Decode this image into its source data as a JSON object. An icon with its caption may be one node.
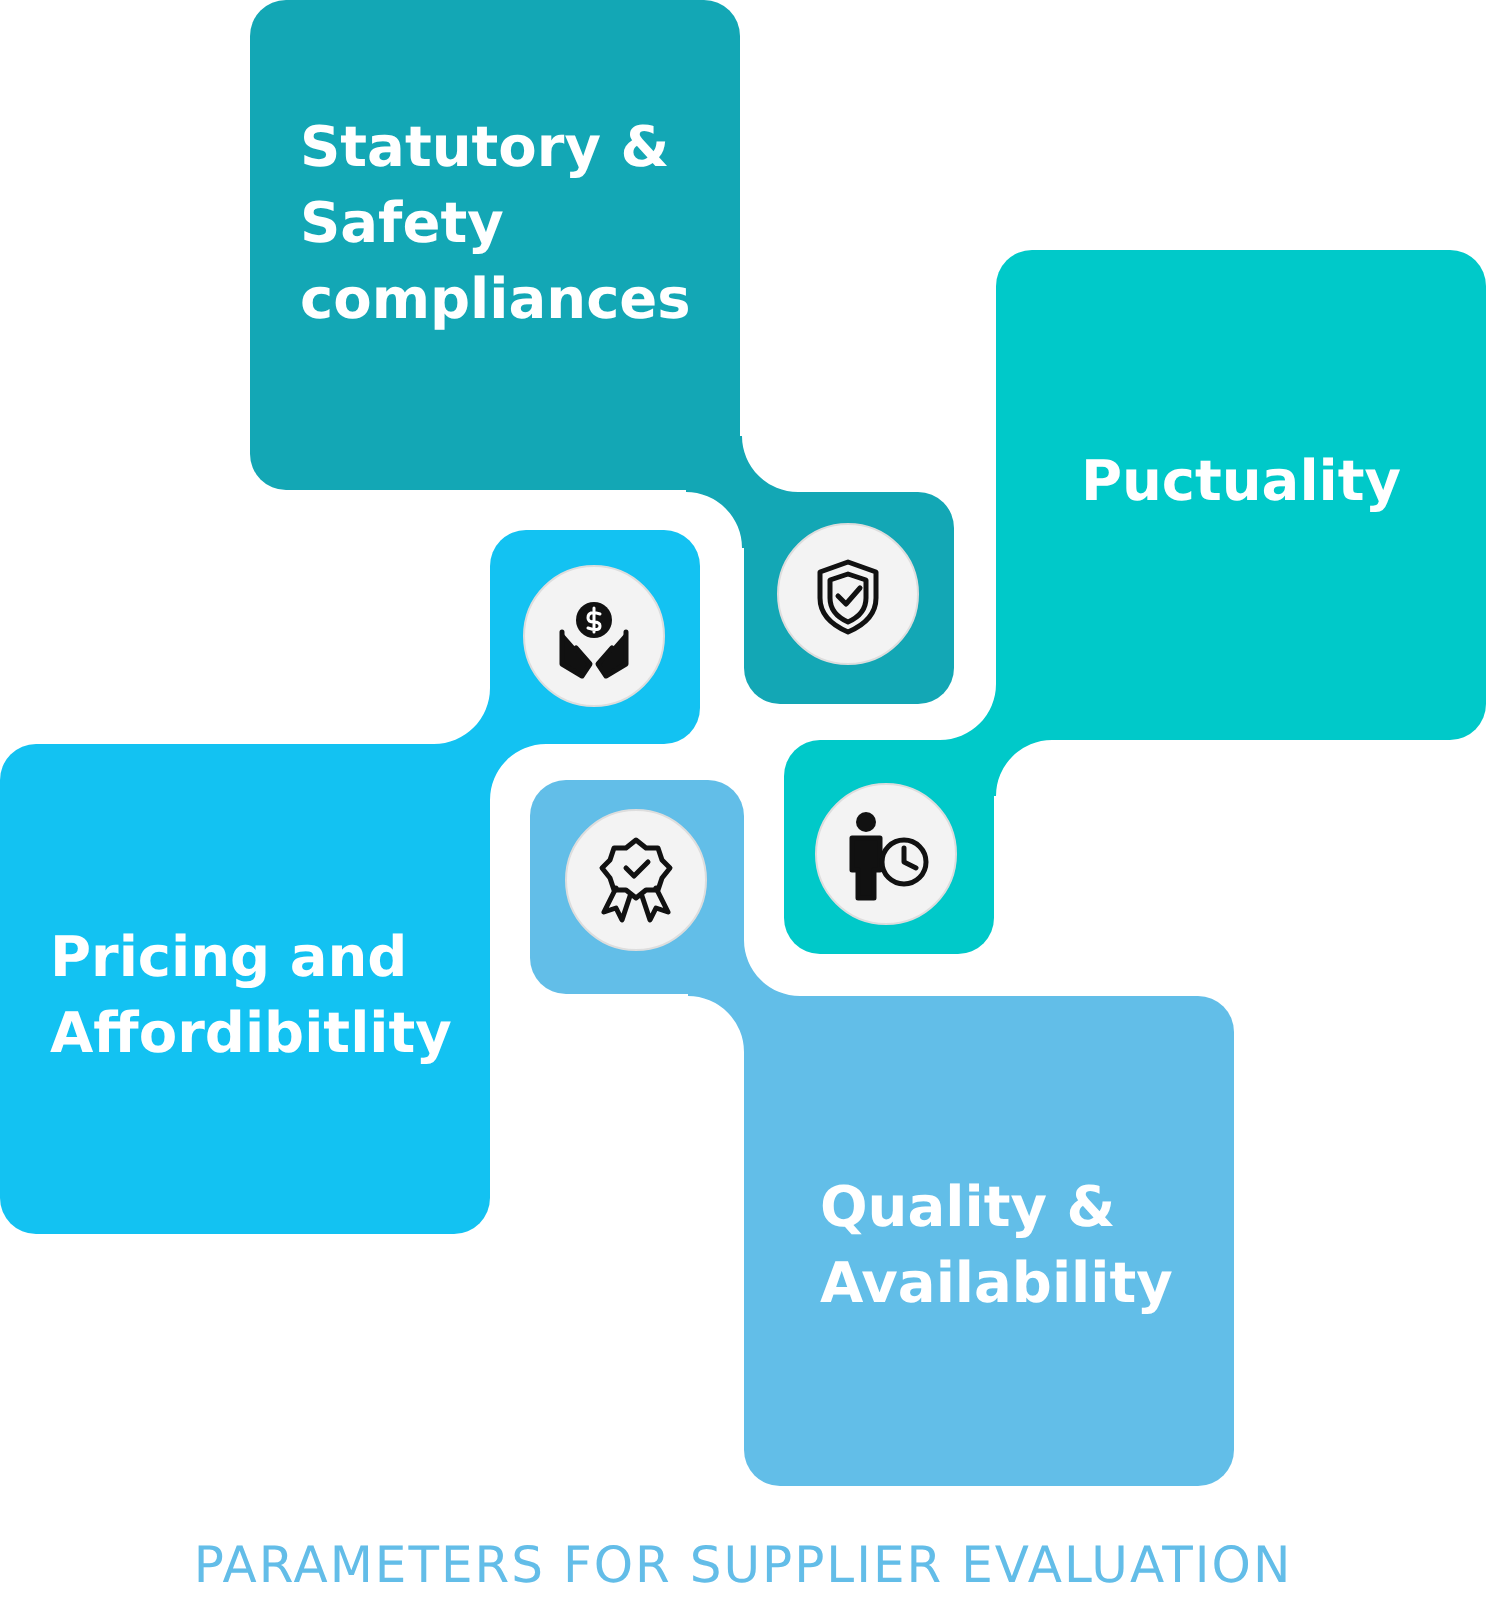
{
  "diagram": {
    "caption": "PARAMETERS FOR SUPPLIER EVALUATION",
    "nodes": [
      {
        "text": [
          "Statutory & Safety compliances"
        ]
      },
      {
        "text": [
          "Puctuality"
        ]
      },
      {
        "text": [
          "Pricing and Affordibitlity"
        ]
      },
      {
        "text": [
          "Quality & Availability"
        ]
      }
    ]
  }
}
